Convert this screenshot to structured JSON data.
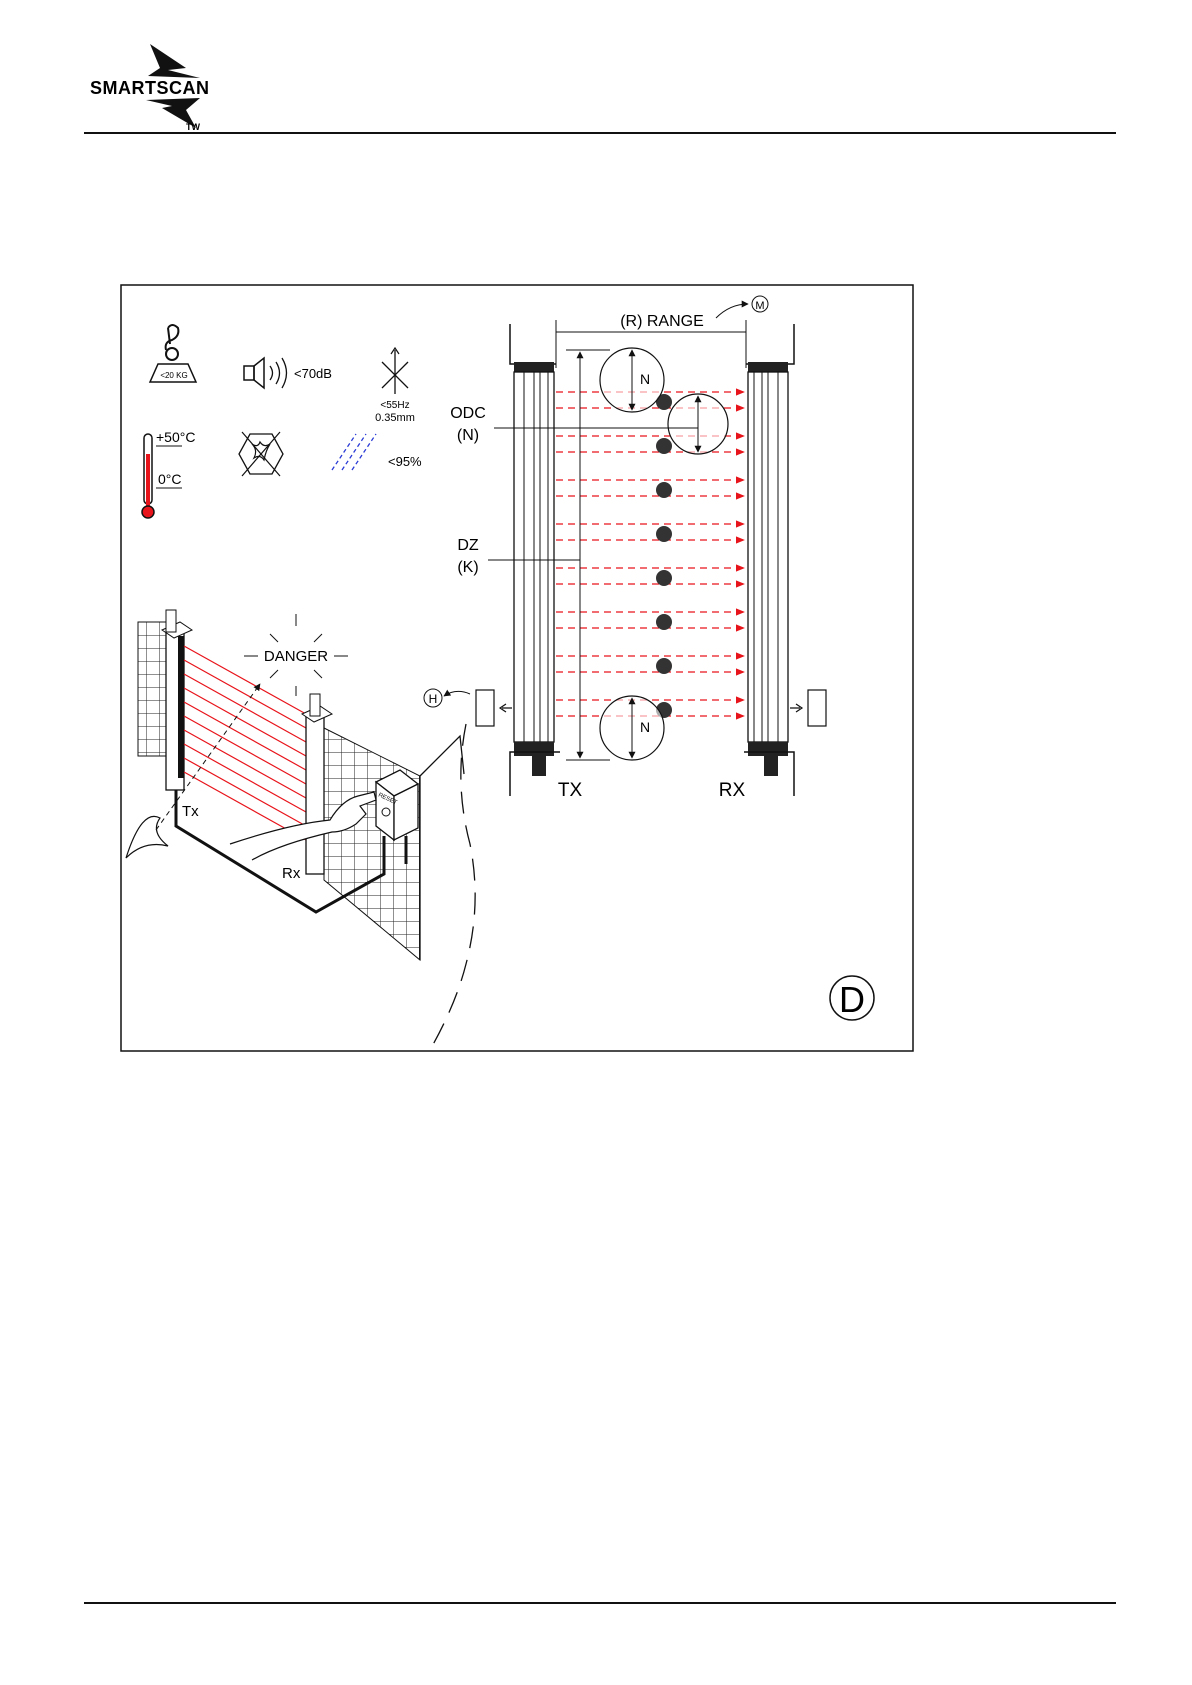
{
  "header": {
    "brand": "SMARTSCAN",
    "brand_suffix": "TW"
  },
  "figure": {
    "badge": "D",
    "labels": {
      "range": "(R) RANGE",
      "m_marker": "M",
      "odc": "ODC",
      "odc_sub": "(N)",
      "dz": "DZ",
      "dz_sub": "(K)",
      "n": "N",
      "h_marker": "H",
      "tx": "TX",
      "rx": "RX",
      "tx_small": "Tx",
      "rx_small": "Rx",
      "danger": "DANGER",
      "reset": "RESET"
    },
    "specs": {
      "weight": "<20 KG",
      "noise": "<70dB",
      "vib_freq": "<55Hz",
      "vib_amp": "0.35mm",
      "temp_max": "+50°C",
      "temp_min": "0°C",
      "humidity": "<95%"
    },
    "colors": {
      "beam": "#e8141b",
      "humidity": "#2a3bd6",
      "line": "#111111"
    }
  }
}
